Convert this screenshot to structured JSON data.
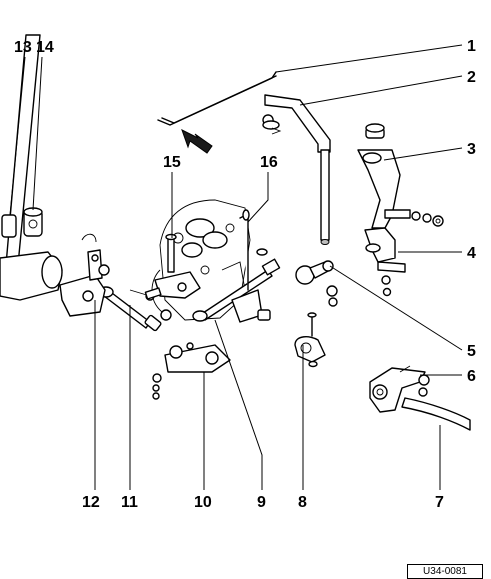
{
  "callouts": [
    "1",
    "2",
    "3",
    "4",
    "5",
    "6",
    "7",
    "8",
    "9",
    "10",
    "11",
    "12",
    "13",
    "14",
    "15",
    "16"
  ],
  "drawing_id": "U34-0081"
}
